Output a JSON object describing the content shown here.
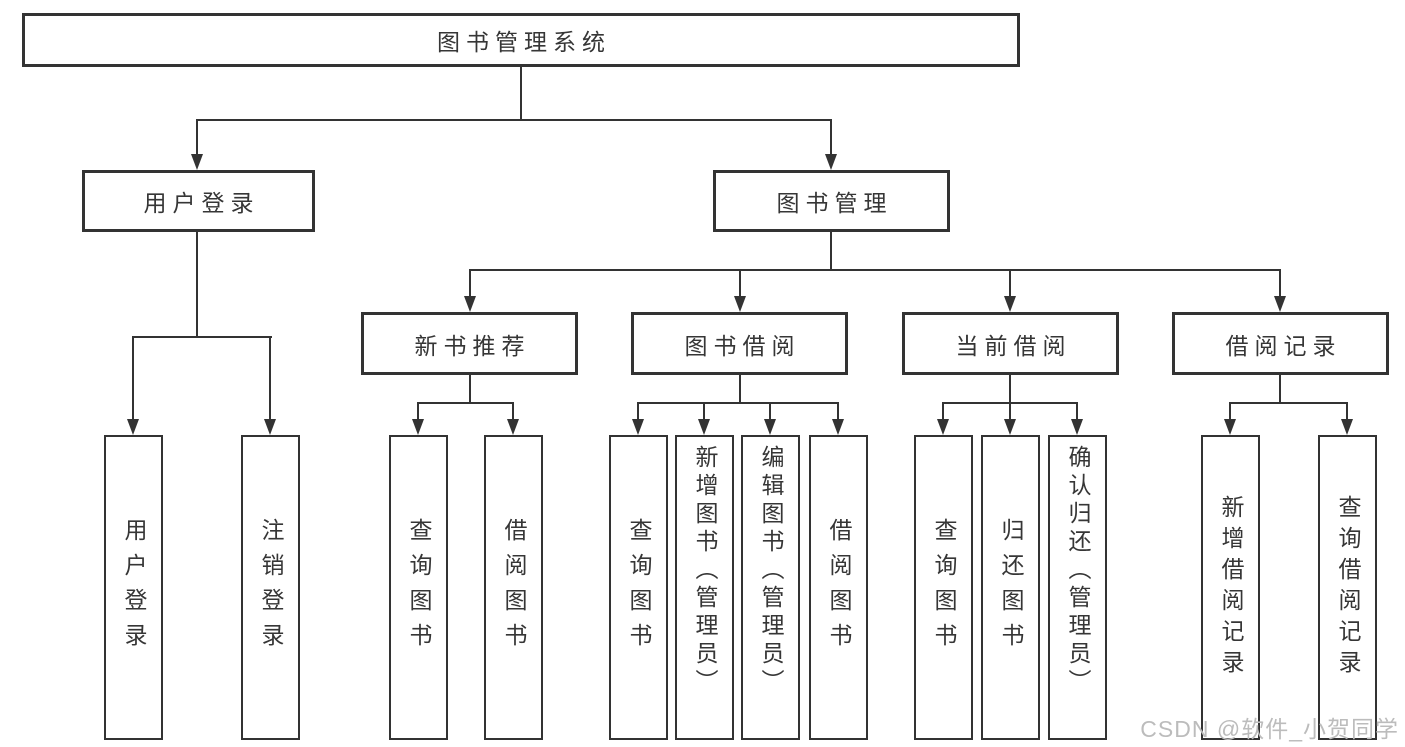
{
  "diagram": {
    "title": "图书管理系统",
    "nodes": {
      "root": "图书管理系统",
      "user_login": "用户登录",
      "book_management": "图书管理",
      "new_book_recommend": "新书推荐",
      "book_borrowing": "图书借阅",
      "current_borrowing": "当前借阅",
      "borrow_records": "借阅记录"
    },
    "leaves": {
      "user_login": "用户登录",
      "logout": "注销登录",
      "recommend_query": "查询图书",
      "recommend_borrow": "借阅图书",
      "borrowing_query": "查询图书",
      "borrowing_add": "新增图书（管理员）",
      "borrowing_edit": "编辑图书（管理员）",
      "borrowing_borrow": "借阅图书",
      "current_query": "查询图书",
      "current_return": "归还图书",
      "current_confirm": "确认归还（管理员）",
      "records_add": "新增借阅记录",
      "records_query": "查询借阅记录"
    },
    "structure": [
      {
        "parent": "图书管理系统",
        "children": [
          "用户登录",
          "图书管理"
        ]
      },
      {
        "parent": "用户登录",
        "children": [
          "用户登录",
          "注销登录"
        ]
      },
      {
        "parent": "图书管理",
        "children": [
          "新书推荐",
          "图书借阅",
          "当前借阅",
          "借阅记录"
        ]
      },
      {
        "parent": "新书推荐",
        "children": [
          "查询图书",
          "借阅图书"
        ]
      },
      {
        "parent": "图书借阅",
        "children": [
          "查询图书",
          "新增图书（管理员）",
          "编辑图书（管理员）",
          "借阅图书"
        ]
      },
      {
        "parent": "当前借阅",
        "children": [
          "查询图书",
          "归还图书",
          "确认归还（管理员）"
        ]
      },
      {
        "parent": "借阅记录",
        "children": [
          "新增借阅记录",
          "查询借阅记录"
        ]
      }
    ],
    "watermark": "CSDN @软件_小贺同学",
    "colors": {
      "line": "#333333",
      "box_border": "#333333",
      "box_fill": "#ffffff",
      "text": "#363636",
      "watermark": "#bcbcbc",
      "background": "#ffffff"
    }
  }
}
